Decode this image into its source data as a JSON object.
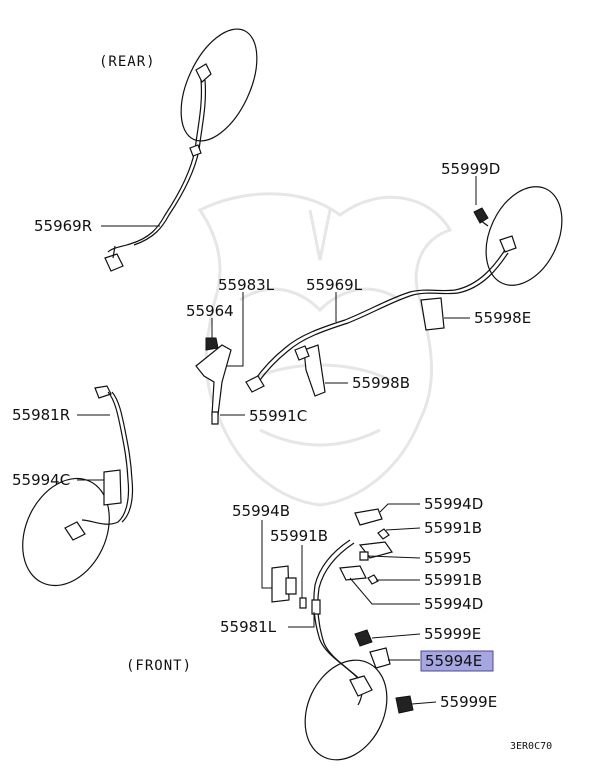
{
  "captions": {
    "rear": "(REAR)",
    "front": "(FRONT)",
    "ref_code": "3ER0C70"
  },
  "part_labels": {
    "p55969R": "55969R",
    "p55999D": "55999D",
    "p55983L": "55983L",
    "p55969L": "55969L",
    "p55964": "55964",
    "p55998E": "55998E",
    "p55998B": "55998B",
    "p55991C": "55991C",
    "p55981R": "55981R",
    "p55994C": "55994C",
    "p55994D_top": "55994D",
    "p55994B": "55994B",
    "p55991B_a": "55991B",
    "p55991B_b": "55991B",
    "p55995": "55995",
    "p55991B_c": "55991B",
    "p55994D_bottom": "55994D",
    "p55981L": "55981L",
    "p55999E_a": "55999E",
    "p55994E": "55994E",
    "p55999E_b": "55999E"
  },
  "colors": {
    "highlight_fill": "#a6a6e0",
    "highlight_border": "#4a4a9a"
  }
}
